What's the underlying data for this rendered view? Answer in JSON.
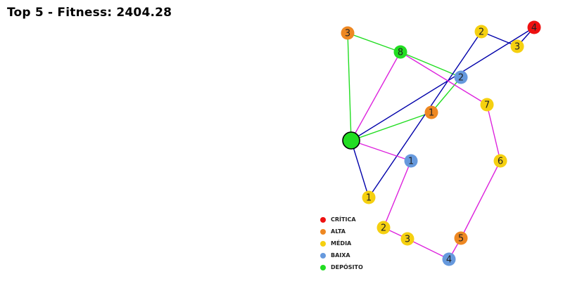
{
  "title": "Top 5 - Fitness: 2404.28",
  "colors": {
    "critica": "#ee1111",
    "alta": "#ee8822",
    "media": "#f5d010",
    "baixa": "#6699dd",
    "deposito": "#22dd22"
  },
  "legend": [
    {
      "label": "CRÍTICA",
      "color_key": "critica"
    },
    {
      "label": "ALTA",
      "color_key": "alta"
    },
    {
      "label": "MÉDIA",
      "color_key": "media"
    },
    {
      "label": "BAIXA",
      "color_key": "baixa"
    },
    {
      "label": "DEPÓSITO",
      "color_key": "deposito"
    }
  ],
  "nodes": [
    {
      "id": "depot",
      "label": "",
      "priority": "deposito"
    },
    {
      "id": "n3a",
      "label": "3",
      "priority": "alta"
    },
    {
      "id": "n8",
      "label": "8",
      "priority": "deposito"
    },
    {
      "id": "n2top",
      "label": "2",
      "priority": "media"
    },
    {
      "id": "n4top",
      "label": "4",
      "priority": "critica"
    },
    {
      "id": "n3top",
      "label": "3",
      "priority": "media"
    },
    {
      "id": "n2blue",
      "label": "2",
      "priority": "baixa"
    },
    {
      "id": "n1orange",
      "label": "1",
      "priority": "alta"
    },
    {
      "id": "n7",
      "label": "7",
      "priority": "media"
    },
    {
      "id": "n6",
      "label": "6",
      "priority": "media"
    },
    {
      "id": "n1blue",
      "label": "1",
      "priority": "baixa"
    },
    {
      "id": "n1yellow",
      "label": "1",
      "priority": "media"
    },
    {
      "id": "n2yellow",
      "label": "2",
      "priority": "media"
    },
    {
      "id": "n3yellow",
      "label": "3",
      "priority": "media"
    },
    {
      "id": "n4blue",
      "label": "4",
      "priority": "baixa"
    },
    {
      "id": "n5",
      "label": "5",
      "priority": "alta"
    }
  ],
  "routes": [
    {
      "color": "#22dd22",
      "path": [
        "depot",
        "n3a",
        "n8",
        "n2blue",
        "n1orange",
        "depot"
      ]
    },
    {
      "color": "#0000aa",
      "path": [
        "depot",
        "n4top",
        "n3top",
        "n2top",
        "n1yellow",
        "depot"
      ]
    },
    {
      "color": "#dd22dd",
      "path": [
        "depot",
        "n8",
        "n7",
        "n6",
        "n5",
        "n4blue",
        "n3yellow",
        "n2yellow",
        "n1blue",
        "depot"
      ]
    }
  ]
}
